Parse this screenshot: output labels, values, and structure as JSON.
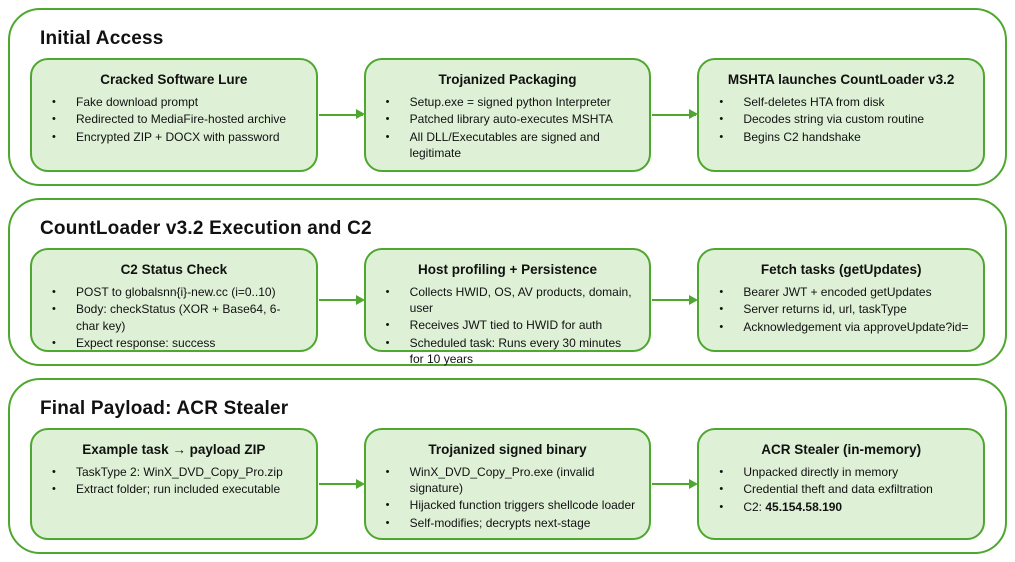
{
  "colors": {
    "accent_green": "#4ea72e",
    "box_fill": "#def0d6",
    "text": "#111111"
  },
  "sections": [
    {
      "title": "Initial Access",
      "boxes": [
        {
          "title": "Cracked Software Lure",
          "bullets": [
            "Fake download prompt",
            "Redirected to MediaFire-hosted archive",
            "Encrypted ZIP + DOCX with password"
          ]
        },
        {
          "title": "Trojanized Packaging",
          "bullets": [
            "Setup.exe = signed python Interpreter",
            "Patched library auto-executes MSHTA",
            "All DLL/Executables are signed and legitimate"
          ]
        },
        {
          "title": "MSHTA launches CountLoader v3.2",
          "bullets": [
            "Self-deletes HTA from disk",
            "Decodes string via custom routine",
            "Begins C2 handshake"
          ]
        }
      ]
    },
    {
      "title": "CountLoader v3.2 Execution and C2",
      "boxes": [
        {
          "title": "C2 Status Check",
          "bullets": [
            "POST to globalsnn{i}-new.cc (i=0..10)",
            "Body: checkStatus (XOR + Base64, 6-char key)",
            "Expect response: success"
          ]
        },
        {
          "title": "Host profiling + Persistence",
          "bullets": [
            "Collects HWID, OS, AV products, domain, user",
            "Receives JWT tied to HWID for auth",
            "Scheduled task: Runs every 30 minutes for 10 years"
          ]
        },
        {
          "title": "Fetch tasks (getUpdates)",
          "bullets": [
            "Bearer JWT + encoded getUpdates",
            "Server returns id, url, taskType",
            "Acknowledgement via approveUpdate?id="
          ]
        }
      ]
    },
    {
      "title": "Final Payload: ACR Stealer",
      "boxes": [
        {
          "title": "Example task → payload ZIP",
          "bullets": [
            "TaskType 2: WinX_DVD_Copy_Pro.zip",
            "Extract folder; run included executable"
          ]
        },
        {
          "title": "Trojanized signed binary",
          "bullets": [
            "WinX_DVD_Copy_Pro.exe (invalid signature)",
            "Hijacked function triggers shellcode loader",
            "Self-modifies; decrypts next-stage"
          ]
        },
        {
          "title": "ACR Stealer (in-memory)",
          "bullets": [
            "Unpacked directly in memory",
            "Credential theft and data exfiltration",
            {
              "text": "C2: ",
              "bold": "45.154.58.190"
            }
          ]
        }
      ]
    }
  ]
}
